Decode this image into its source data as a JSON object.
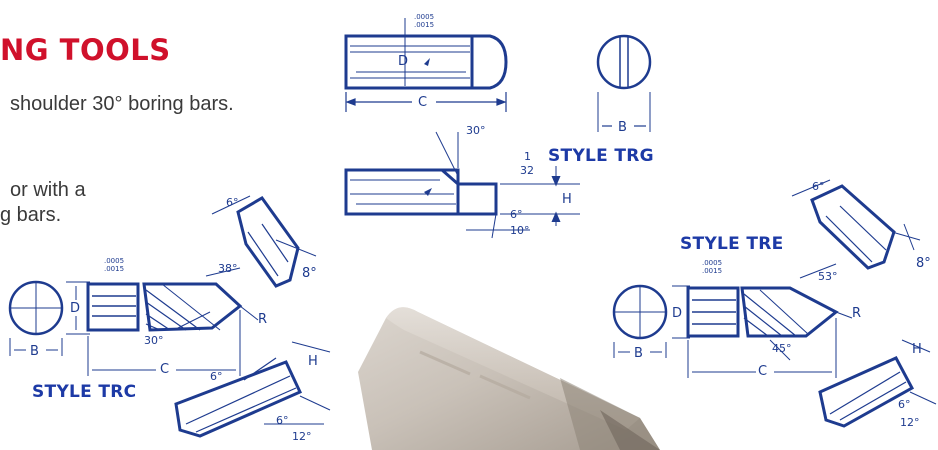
{
  "heading": "NG TOOLS",
  "body_text": {
    "line1": "shoulder 30° boring bars.",
    "line2": "or with a",
    "line3": "g bars."
  },
  "styles": {
    "trg": "STYLE TRG",
    "tre": "STYLE TRE",
    "trc": "STYLE TRC"
  },
  "dimensions": {
    "trg": {
      "tol_top": ".0005",
      "tol_bot": ".0015",
      "d": "D",
      "c": "C",
      "b": "B",
      "angle_30": "30°",
      "frac_num": "1",
      "frac_den": "32",
      "h": "H",
      "angle_6": "6°",
      "angle_10": "10°"
    },
    "trc": {
      "tol_top": ".0005",
      "tol_bot": ".0015",
      "d": "D",
      "b": "B",
      "c": "C",
      "r": "R",
      "angle_38": "38°",
      "angle_30": "30°",
      "angle_8": "8°",
      "angle_6a": "6°",
      "h": "H",
      "angle_6b": "6°",
      "angle_6c": "6°",
      "angle_12": "12°"
    },
    "tre": {
      "tol_top": ".0005",
      "tol_bot": ".0015",
      "d": "D",
      "b": "B",
      "c": "C",
      "r": "R",
      "angle_53": "53°",
      "angle_45": "45°",
      "angle_8": "8°",
      "angle_6a": "6°",
      "h": "H",
      "angle_6b": "6°",
      "angle_12": "12°"
    }
  },
  "colors": {
    "heading": "#d0112b",
    "style_label": "#1d3aa6",
    "drawing": "#1e3b8f",
    "body_text": "#3a3a3a"
  }
}
